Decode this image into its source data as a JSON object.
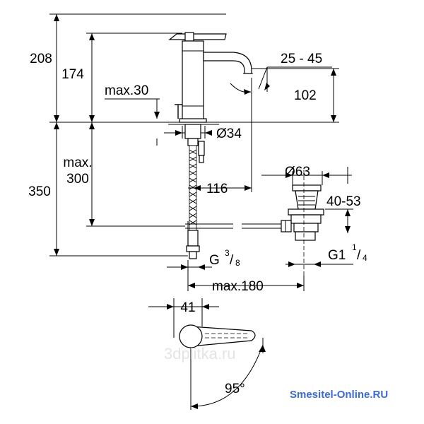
{
  "dimensions": {
    "overall_height": "208",
    "spout_height": "174",
    "max_deck": "max.30",
    "spout_angle": "25 - 45",
    "spout_outlet_height": "102",
    "max_below_label": "max.",
    "max_below_value": "300",
    "below_height": "350",
    "body_diameter": "Ø34",
    "spout_reach": "116",
    "waste_diameter": "Ø63",
    "waste_range": "40-53",
    "inlet_thread_base": "G",
    "inlet_thread_sup": "3",
    "inlet_thread_sub": "8",
    "waste_thread_base": "G1",
    "waste_thread_sup": "1",
    "waste_thread_sub": "4",
    "max_horizontal": "max.180",
    "handle_offset": "41",
    "rotation_angle": "95°"
  },
  "watermark": "3dplitka.ru",
  "brand": {
    "text": "Smesitel-Online.RU",
    "color": "#3a6bd6"
  }
}
